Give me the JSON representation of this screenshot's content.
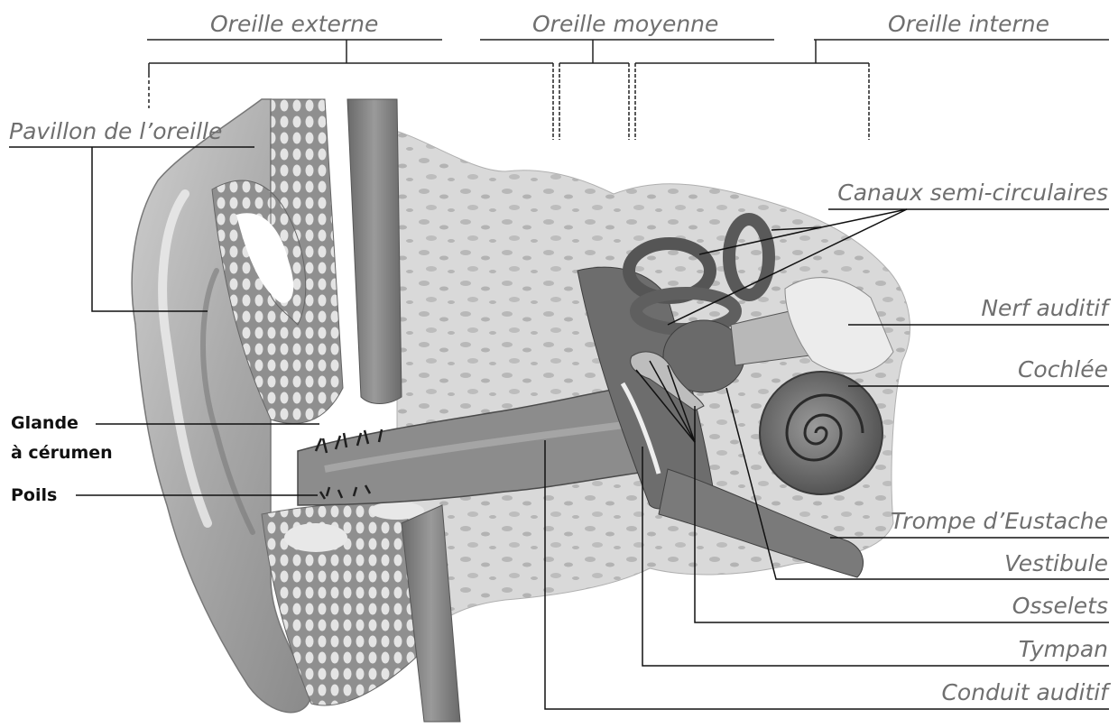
{
  "diagram": {
    "sections": {
      "outer": "Oreille externe",
      "middle": "Oreille moyenne",
      "inner": "Oreille interne"
    },
    "labels": {
      "pinna": "Pavillon de l’oreille",
      "semicircular": "Canaux semi-circulaires",
      "nerve": "Nerf auditif",
      "cochlea": "Cochlée",
      "eustachian": "Trompe d’Eustache",
      "vestibule": "Vestibule",
      "ossicles": "Osselets",
      "eardrum": "Tympan",
      "canal": "Conduit auditif",
      "gland_line1": "Glande",
      "gland_line2": "à cérumen",
      "hairs": "Poils"
    }
  }
}
